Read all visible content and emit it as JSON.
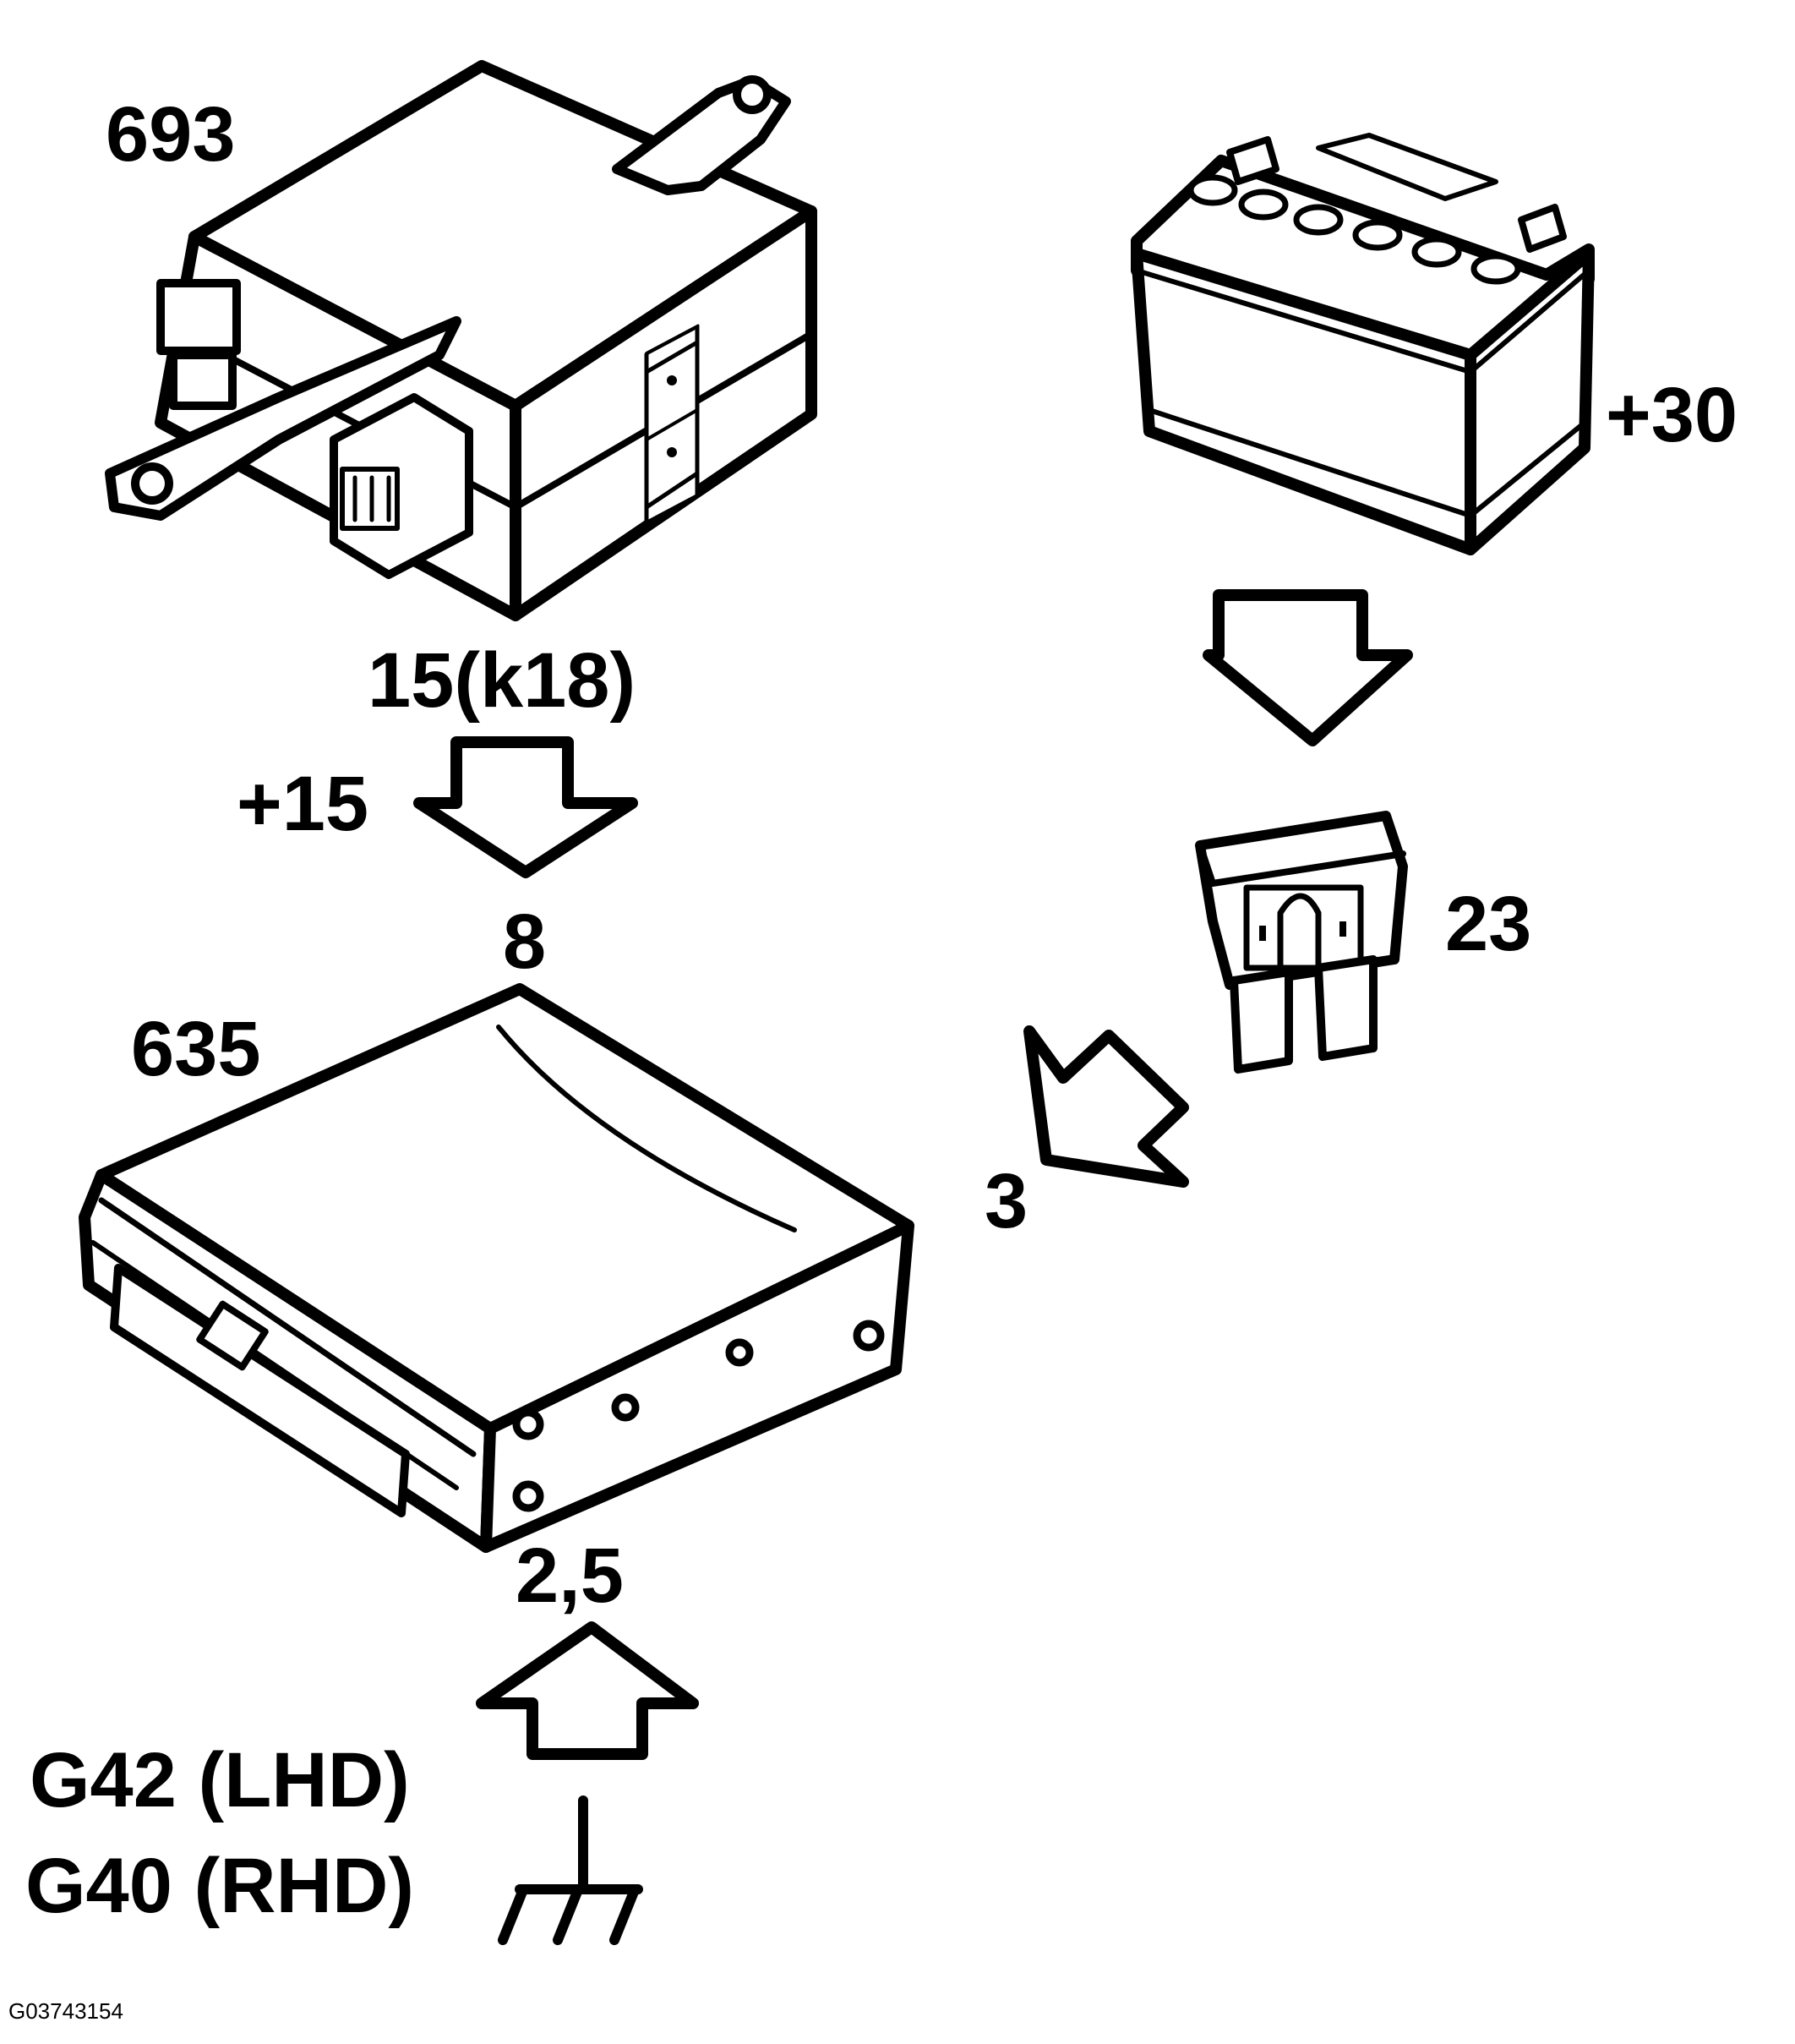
{
  "labels": {
    "module_693": "693",
    "relay_terminal": "15(k18)",
    "plus_15": "+15",
    "pin_8": "8",
    "module_635": "635",
    "pin_2_5": "2,5",
    "plus_30": "+30",
    "fuse_23": "23",
    "pin_3": "3",
    "ground_lhd": "G42 (LHD)",
    "ground_rhd": "G40 (RHD)"
  },
  "figure_code": "G03743154"
}
